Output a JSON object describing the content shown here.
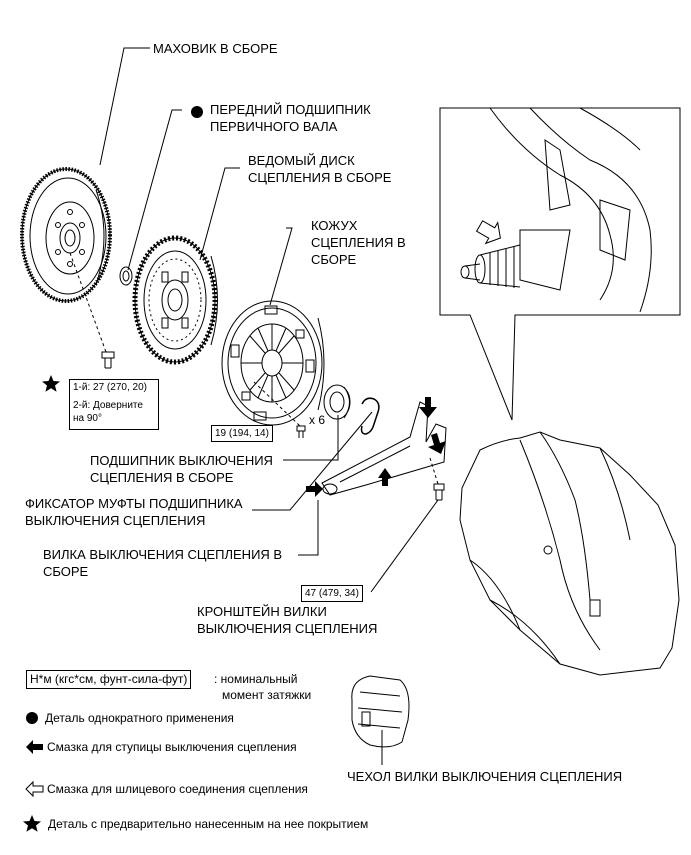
{
  "labels": {
    "flywheel": "МАХОВИК В СБОРЕ",
    "pilot_bearing": [
      "ПЕРЕДНИЙ ПОДШИПНИК",
      "ПЕРВИЧНОГО ВАЛА"
    ],
    "clutch_disc": [
      "ВЕДОМЫЙ ДИСК",
      "СЦЕПЛЕНИЯ В СБОРЕ"
    ],
    "clutch_cover": [
      "КОЖУХ",
      "СЦЕПЛЕНИЯ В",
      "СБОРЕ"
    ],
    "release_bearing": [
      "ПОДШИПНИК ВЫКЛЮЧЕНИЯ",
      "СЦЕПЛЕНИЯ В СБОРЕ"
    ],
    "hub_clip": [
      "ФИКСАТОР МУФТЫ ПОДШИПНИКА",
      "ВЫКЛЮЧЕНИЯ СЦЕПЛЕНИЯ"
    ],
    "release_fork": [
      "ВИЛКА ВЫКЛЮЧЕНИЯ СЦЕПЛЕНИЯ В",
      "СБОРЕ"
    ],
    "fork_support": [
      "КРОНШТЕЙН ВИЛКИ",
      "ВЫКЛЮЧЕНИЯ СЦЕПЛЕНИЯ"
    ],
    "fork_boot": "ЧЕХОЛ ВИЛКИ ВЫКЛЮЧЕНИЯ СЦЕПЛЕНИЯ"
  },
  "torques": {
    "flywheel_bolt": [
      "1-й: 27 (270, 20)",
      "2-й: Доверните",
      "на 90°"
    ],
    "cover_bolt": "19 (194, 14)",
    "cover_bolt_qty": "x 6",
    "fork_support": "47 (479, 34)"
  },
  "legend": {
    "torque_unit": "Н*м (кгс*см, фунт-сила-фут)",
    "torque_desc": [
      ": номинальный",
      "момент затяжки"
    ],
    "non_reusable": "Деталь однократного применения",
    "release_hub_grease": "Смазка для ступицы выключения сцепления",
    "spline_grease": "Смазка для шлицевого соединения сцепления",
    "precoated": "Деталь с предварительно нанесенным на нее покрытием"
  }
}
